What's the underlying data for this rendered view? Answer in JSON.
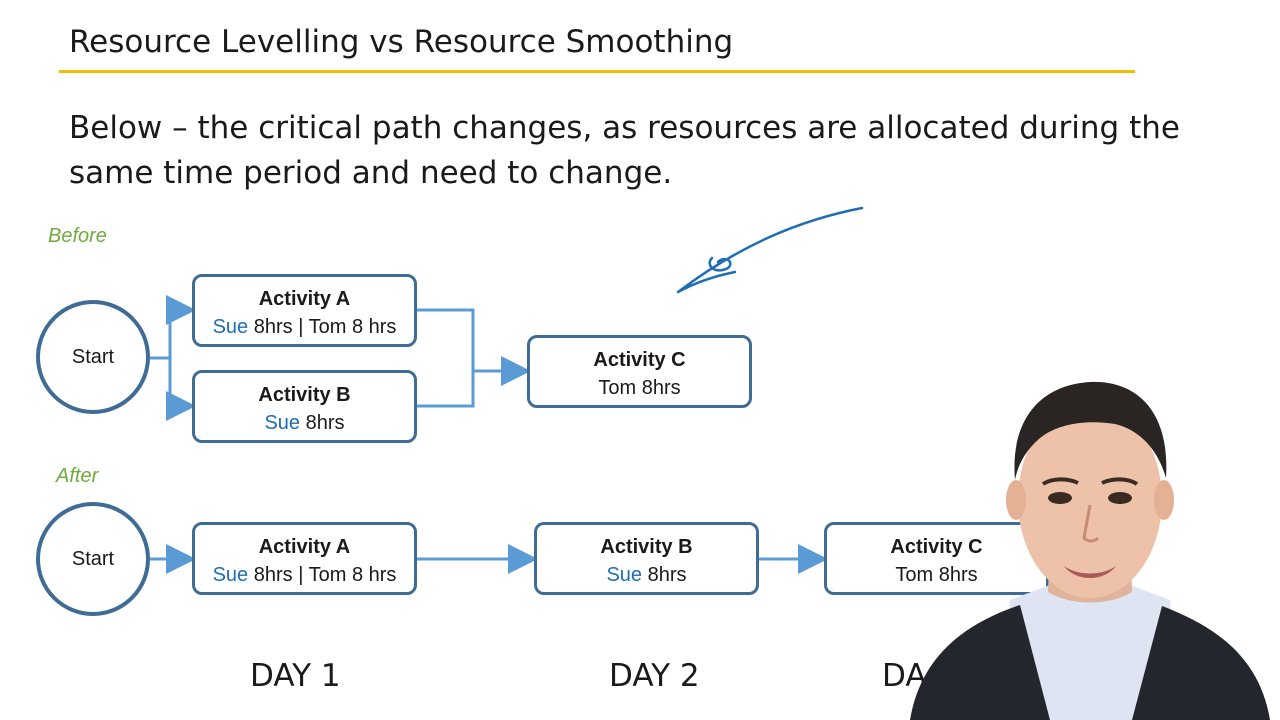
{
  "slide": {
    "title": "Resource Levelling vs Resource Smoothing",
    "intro": "Below – the critical path changes, as resources are allocated during the same time period and need to change."
  },
  "before": {
    "label": "Before",
    "start_label": "Start",
    "activity_a": {
      "name": "Activity A",
      "r1_name": "Sue",
      "r1_hours": " 8hrs | ",
      "r2_name": "Tom",
      "r2_hours": " 8 hrs"
    },
    "activity_b": {
      "name": "Activity B",
      "r1_name": "Sue",
      "r1_hours": " 8hrs"
    },
    "activity_c": {
      "name": "Activity C",
      "r1_name": "Tom",
      "r1_hours": " 8hrs"
    }
  },
  "after": {
    "label": "After",
    "start_label": "Start",
    "activity_a": {
      "name": "Activity A",
      "r1_name": "Sue",
      "r1_hours": " 8hrs | Tom 8 hrs"
    },
    "activity_b": {
      "name": "Activity B",
      "r1_name": "Sue",
      "r1_hours": " 8hrs"
    },
    "activity_c": {
      "name": "Activity C",
      "r1_name": "Tom 8hrs"
    }
  },
  "days": {
    "day1": "DAY 1",
    "day2": "DAY 2",
    "day3": "DA"
  },
  "colors": {
    "accent_rule": "#f0c000",
    "node_border": "#3f6c95",
    "connector": "#5b9bd5",
    "resource_name": "#1f6db3",
    "section_label": "#6faa3c"
  }
}
